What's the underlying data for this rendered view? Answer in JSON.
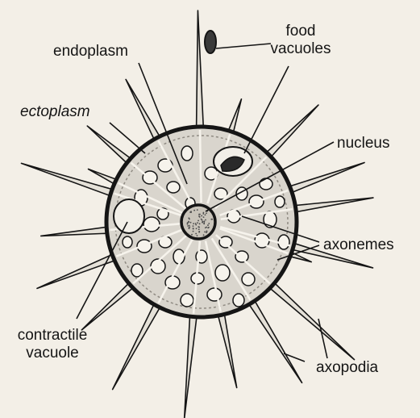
{
  "labels": {
    "food_vacuoles": [
      "food",
      "vacuoles"
    ],
    "endoplasm": "endoplasm",
    "ectoplasm": "ectoplasm",
    "nucleus": "nucleus",
    "axonemes": "axonemes",
    "contractile_vacuole": [
      "contractile",
      "vacuole"
    ],
    "axopodia": "axopodia"
  },
  "colors": {
    "paper": "#f3efe7",
    "ink": "#151515",
    "cytoplasm": "#d9d5cd",
    "spine": "#e5e1d8"
  }
}
